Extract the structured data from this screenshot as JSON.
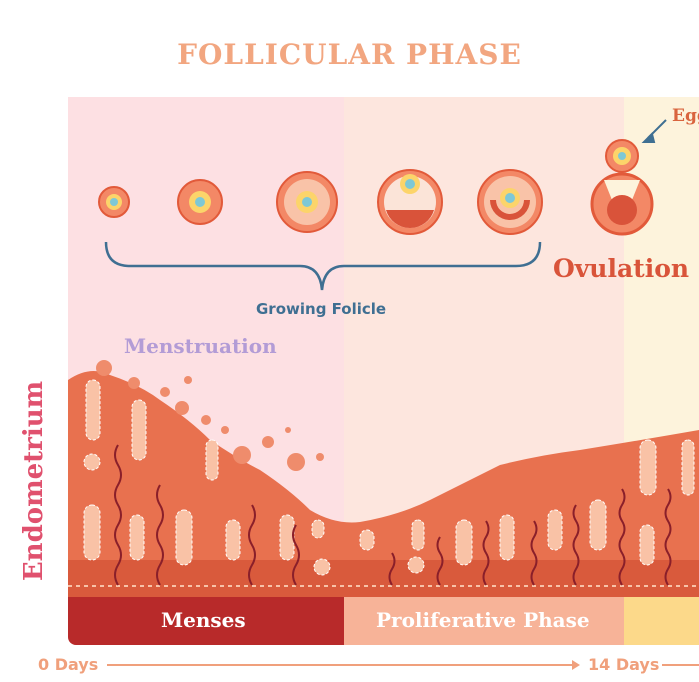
{
  "title": "FOLLICULAR PHASE",
  "labels": {
    "egg": "Egg",
    "ovulation": "Ovulation",
    "growing_follicle": "Growing Folicle",
    "menstruation": "Menstruation",
    "endometrium": "Endometrium"
  },
  "phases": {
    "menses": "Menses",
    "proliferative": "Proliferative Phase"
  },
  "timeline": {
    "start": "0 Days",
    "middle": "14 Days"
  },
  "colors": {
    "title": "#f2a680",
    "menses_bar": "#b82a2a",
    "proliferative_bar": "#f7b398",
    "ovulation_bar": "#fcd98a",
    "endometrium_label": "#e0516e"
  }
}
